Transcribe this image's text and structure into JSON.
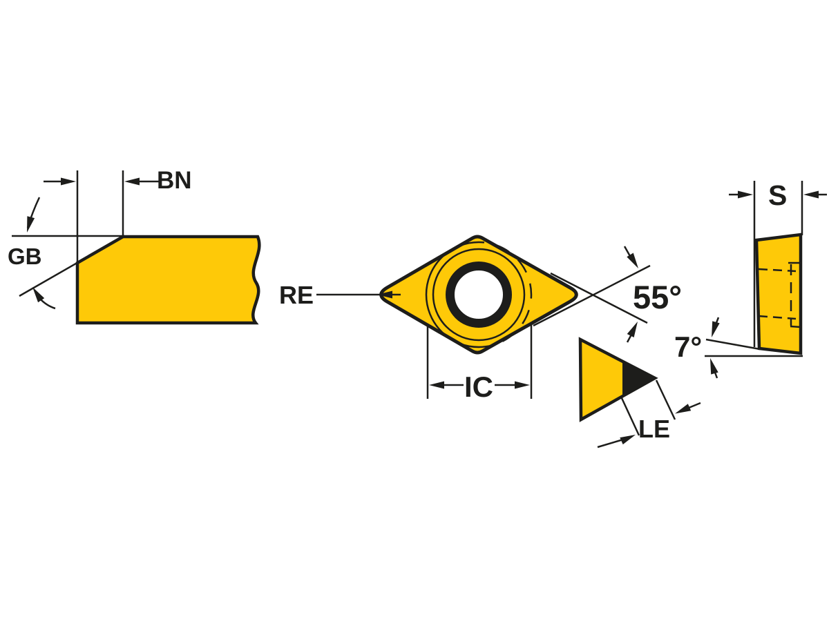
{
  "title": "Turning insert dimension drawing",
  "labels": {
    "chamfer_angle": "GB",
    "chamfer_width": "BN",
    "corner_radius": "RE",
    "inscribed_circle": "IC",
    "point_angle": "55°",
    "effective_edge_length": "LE",
    "thickness": "S",
    "clearance_angle": "7°"
  },
  "colors": {
    "insert": "#FEC908",
    "tip": "#1D1D1B",
    "line": "#1D1D1B",
    "background": "#FFFFFF"
  }
}
